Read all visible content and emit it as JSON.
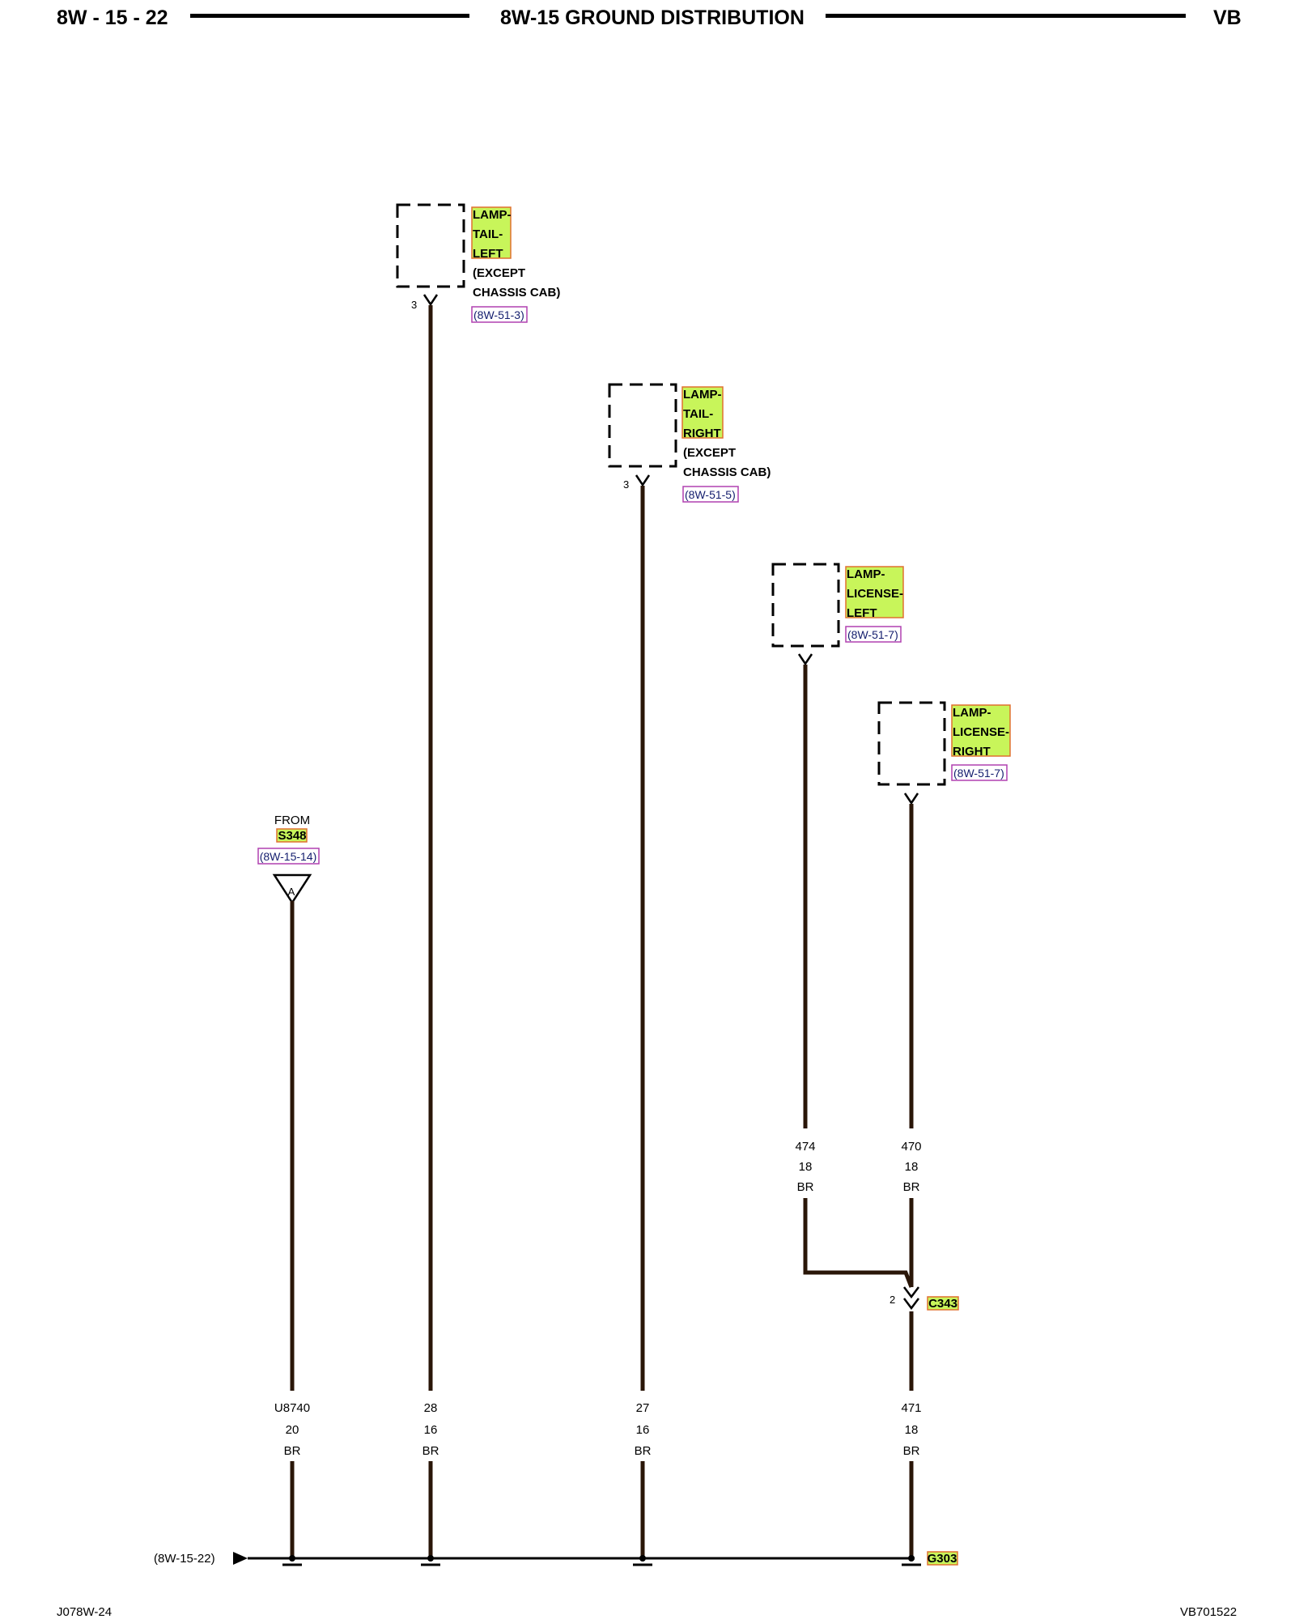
{
  "header": {
    "page_number": "8W - 15 - 22",
    "title": "8W-15 GROUND DISTRIBUTION",
    "vehicle_code": "VB"
  },
  "footer": {
    "left_code": "J078W-24",
    "right_code": "VB701522"
  },
  "components": {
    "tail_left": {
      "name_lines": [
        "LAMP-",
        "TAIL-",
        "LEFT"
      ],
      "note_lines": [
        "(EXCEPT",
        "CHASSIS CAB)"
      ],
      "ref": "(8W-51-3)",
      "pin": "3"
    },
    "tail_right": {
      "name_lines": [
        "LAMP-",
        "TAIL-",
        "RIGHT"
      ],
      "note_lines": [
        "(EXCEPT",
        "CHASSIS CAB)"
      ],
      "ref": "(8W-51-5)",
      "pin": "3"
    },
    "license_left": {
      "name_lines": [
        "LAMP-",
        "LICENSE-",
        "LEFT"
      ],
      "ref": "(8W-51-7)"
    },
    "license_right": {
      "name_lines": [
        "LAMP-",
        "LICENSE-",
        "RIGHT"
      ],
      "ref": "(8W-51-7)"
    }
  },
  "from_splice": {
    "from_label": "FROM",
    "splice": "S348",
    "ref": "(8W-15-14)",
    "letter": "A"
  },
  "connector": {
    "name": "C343",
    "pin": "2"
  },
  "ground": {
    "name": "G303",
    "ref": "(8W-15-22)"
  },
  "wires": {
    "w474": {
      "circuit": "474",
      "gauge": "18",
      "color": "BR"
    },
    "w470": {
      "circuit": "470",
      "gauge": "18",
      "color": "BR"
    },
    "u8740": {
      "circuit": "U8740",
      "gauge": "20",
      "color": "BR"
    },
    "w28": {
      "circuit": "28",
      "gauge": "16",
      "color": "BR"
    },
    "w27": {
      "circuit": "27",
      "gauge": "16",
      "color": "BR"
    },
    "w471": {
      "circuit": "471",
      "gauge": "18",
      "color": "BR"
    }
  },
  "colors": {
    "wire": "#2a1608",
    "highlight_fill": "#c8f55a",
    "highlight_border": "#e07030",
    "ref_box_border": "#b040b0",
    "ref_text": "#141e6e"
  }
}
